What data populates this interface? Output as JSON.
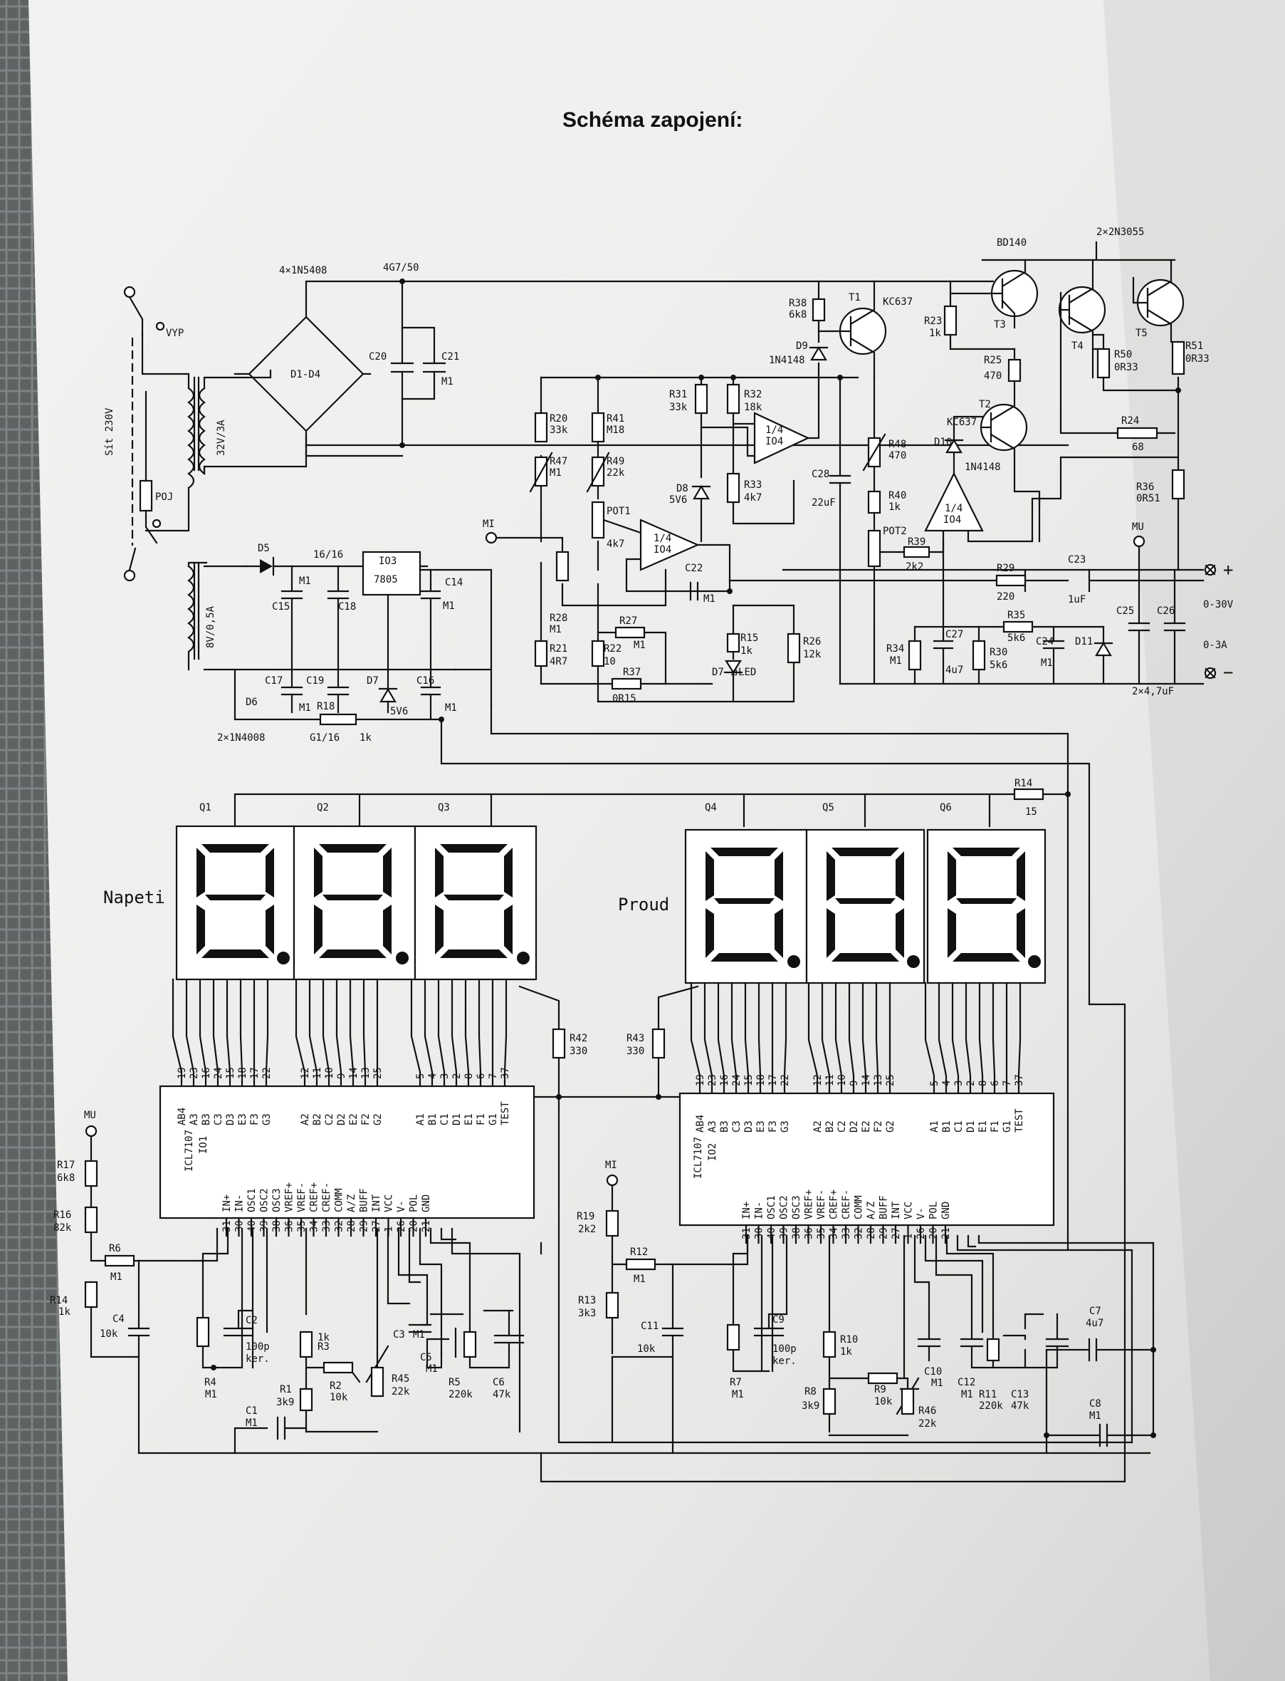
{
  "title": "Schéma zapojení:",
  "labels": {
    "bridge_diode": "4×1N5408",
    "main_cap": "4G7/50",
    "bridge_block": "D1-D4",
    "c20": "C20",
    "c21": "C21",
    "m1": "M1",
    "mains": "Sít 230V",
    "switch": "VYP",
    "fuse": "POJ",
    "tr_secondary": "32V/3A",
    "tr_aux": "8V/0,5A",
    "d5": "D5",
    "cap_16_16": "16/16",
    "io3": "IO3",
    "reg": "7805",
    "c14": "C14",
    "c15": "C15",
    "c18": "C18",
    "c17": "C17",
    "c19": "C19",
    "d7": "D7",
    "c16": "C16",
    "d6": "D6",
    "r18": "R18",
    "r18_val": "1k",
    "zener": "5V6",
    "aux_diodes": "2×1N4008",
    "g1_16": "G1/16",
    "r20": "R20",
    "r20_val": "33k",
    "r41": "R41",
    "r41_val": "M18",
    "r47": "R47",
    "r49": "R49",
    "r49_val": "22k",
    "pot1": "POT1",
    "pot1_val": "4k7",
    "r31": "R31",
    "r31_val": "33k",
    "r32": "R32",
    "r32_val": "18k",
    "r33": "R33",
    "r33_val": "4k7",
    "d8": "D8",
    "opamp": "1/4",
    "io4": "IO4",
    "c22": "C22",
    "c28": "C28",
    "c28_val": "22uF",
    "r38": "R38",
    "r38_val": "6k8",
    "t1": "T1",
    "kc637": "KC637",
    "d9": "D9",
    "d9_val": "1N4148",
    "r48": "R48",
    "r48_val": "470",
    "r40": "R40",
    "r40_val": "1k",
    "pot2": "POT2",
    "r39": "R39",
    "r39_val": "2k2",
    "bd140": "BD140",
    "t2n3055": "2×2N3055",
    "r23": "R23",
    "r23_val": "1k",
    "t3": "T3",
    "t4": "T4",
    "t5": "T5",
    "r25": "R25",
    "r25_val": "470",
    "r50": "R50",
    "r50_val": "0R33",
    "r51": "R51",
    "r51_val": "0R33",
    "t2": "T2",
    "d10": "D10",
    "d10_val": "1N4148",
    "r24": "R24",
    "r24_val": "68",
    "r36": "R36",
    "r36_val": "0R51",
    "mu": "MU",
    "mi": "MI",
    "r29": "R29",
    "r29_val": "220",
    "c23": "C23",
    "c23_val": "1uF",
    "plus": "+",
    "minus": "−",
    "v_range": "0-30V",
    "a_range": "0-3A",
    "c25": "C25",
    "c26": "C26",
    "c26_val": "2×4,7uF",
    "r28": "R28",
    "r21": "R21",
    "r21_val": "4R7",
    "r22": "R22",
    "r22_val": "10",
    "r27": "R27",
    "r37": "R37",
    "r37_val": "0R15",
    "r15": "R15",
    "r15_val": "1k",
    "d7led": "D7 ⊿LED",
    "r26": "R26",
    "r26_val": "12k",
    "r34": "R34",
    "c27": "C27",
    "c27_val": "4u7",
    "r30": "R30",
    "r30_val": "5k6",
    "r35": "R35",
    "r35_val": "5k6",
    "c24": "C24",
    "d11": "D11",
    "r14": "R14",
    "r14_val": "15",
    "q1": "Q1",
    "q2": "Q2",
    "q3": "Q3",
    "q4": "Q4",
    "q5": "Q5",
    "q6": "Q6",
    "napeti": "Napeti",
    "proud": "Proud",
    "r42": "R42",
    "r42_val": "330",
    "r43": "R43",
    "r43_val": "330",
    "icl": "ICL7107",
    "io1": "IO1",
    "io2": "IO2",
    "r17": "R17",
    "r17_val": "6k8",
    "r16": "R16",
    "r16_val": "82k",
    "r6": "R6",
    "r14b": "R14",
    "r14b_val": "1k",
    "c4": "C4",
    "c4_val": "10k",
    "c2": "C2",
    "c2_val": "100p",
    "ker": "ker.",
    "r4": "R4",
    "r1": "R1",
    "r1_val": "3k9",
    "r2": "R2",
    "r2_val": "10k",
    "r3": "R3",
    "r45": "R45",
    "c3": "C3",
    "c5": "C5",
    "r5": "R5",
    "r5_val": "220k",
    "c6": "C6",
    "c6_val": "47k",
    "c1": "C1",
    "r19": "R19",
    "r19_val": "2k2",
    "r12": "R12",
    "r13": "R13",
    "r13_val": "3k3",
    "c11": "C11",
    "c11_val": "10k",
    "c9": "C9",
    "r7": "R7",
    "r10": "R10",
    "r8": "R8",
    "r8_val": "3k9",
    "r9": "R9",
    "r46": "R46",
    "c10": "C10",
    "c12": "C12",
    "r11": "R11",
    "c13": "C13",
    "c7": "C7",
    "c8": "C8"
  },
  "pins_top_left": {
    "g1": [
      "19",
      "23",
      "16",
      "24",
      "15",
      "18",
      "17",
      "22"
    ],
    "g2": [
      "12",
      "11",
      "10",
      "9",
      "14",
      "13",
      "25"
    ],
    "g3": [
      "5",
      "4",
      "3",
      "2",
      "8",
      "6",
      "7",
      "37"
    ]
  },
  "pins_names_left": {
    "g1": [
      "AB4",
      "A3",
      "B3",
      "C3",
      "D3",
      "E3",
      "F3",
      "G3"
    ],
    "g2": [
      "A2",
      "B2",
      "C2",
      "D2",
      "E2",
      "F2",
      "G2"
    ],
    "g3": [
      "A1",
      "B1",
      "C1",
      "D1",
      "E1",
      "F1",
      "G1",
      "TEST"
    ]
  },
  "pins_bottom": [
    "31",
    "30",
    "40",
    "39",
    "38",
    "36",
    "35",
    "34",
    "33",
    "32",
    "28",
    "29",
    "27",
    "1",
    "26",
    "20",
    "21"
  ],
  "pins_bottom_names": [
    "IN+",
    "IN-",
    "OSC1",
    "OSC2",
    "OSC3",
    "VREF+",
    "VREF-",
    "CREF+",
    "CREF-",
    "COMM",
    "A/Z",
    "BUFF",
    "INT",
    "VCC",
    "V-",
    "POL",
    "GND"
  ]
}
